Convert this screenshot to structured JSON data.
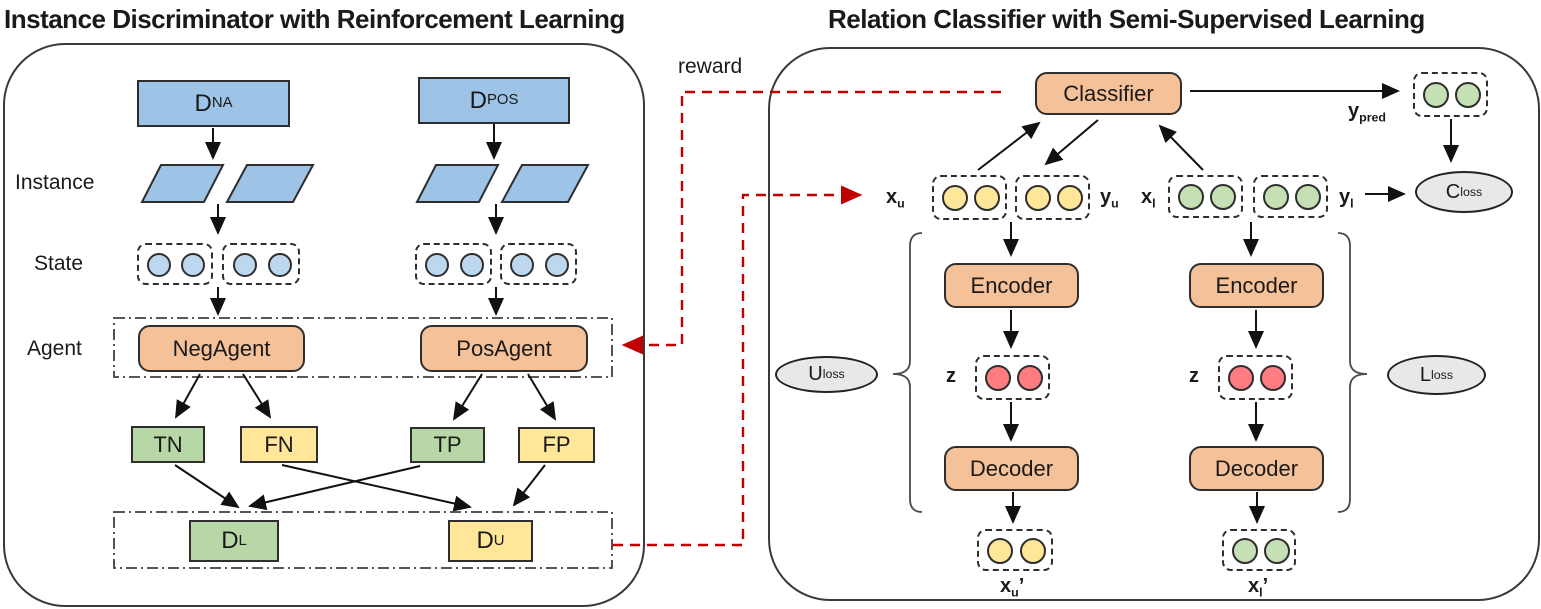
{
  "titles": {
    "left": "Instance Discriminator with Reinforcement Learning",
    "right": "Relation Classifier with Semi-Supervised Learning"
  },
  "connector_labels": {
    "reward": "reward"
  },
  "left_panel": {
    "row_labels": {
      "instance": "Instance",
      "state": "State",
      "agent": "Agent"
    },
    "d_na": {
      "main": "D",
      "sub": "NA"
    },
    "d_pos": {
      "main": "D",
      "sub": "POS"
    },
    "neg_agent": "NegAgent",
    "pos_agent": "PosAgent",
    "tn": "TN",
    "fn": "FN",
    "tp": "TP",
    "fp": "FP",
    "d_l": {
      "main": "D",
      "sub": "L"
    },
    "d_u": {
      "main": "D",
      "sub": "U"
    }
  },
  "right_panel": {
    "classifier": "Classifier",
    "y_pred": {
      "main": "y",
      "sub": "pred"
    },
    "c_loss": {
      "main": "C",
      "sub": "loss"
    },
    "x_u": {
      "main": "x",
      "sub": "u"
    },
    "y_u": {
      "main": "y",
      "sub": "u"
    },
    "x_l": {
      "main": "x",
      "sub": "l"
    },
    "y_l": {
      "main": "y",
      "sub": "l"
    },
    "encoder": "Encoder",
    "decoder": "Decoder",
    "z": "z",
    "u_loss": {
      "main": "U",
      "sub": "loss"
    },
    "l_loss": {
      "main": "L",
      "sub": "loss"
    },
    "x_u_prime": {
      "main": "x",
      "sub": "u",
      "post": "’"
    },
    "x_l_prime": {
      "main": "x",
      "sub": "l",
      "post": "’"
    }
  },
  "colors": {
    "box_blue": "#9DC3E6",
    "circle_blue": "#BDD7EE",
    "box_orange": "#F5C198",
    "box_green": "#B7D8A6",
    "box_yellow": "#FFE699",
    "circle_green": "#C5E0B4",
    "circle_yellow": "#FFE699",
    "circle_red": "#FF7C80",
    "ellipse_gray": "#E8E8E8",
    "connector_red": "#C00000"
  }
}
